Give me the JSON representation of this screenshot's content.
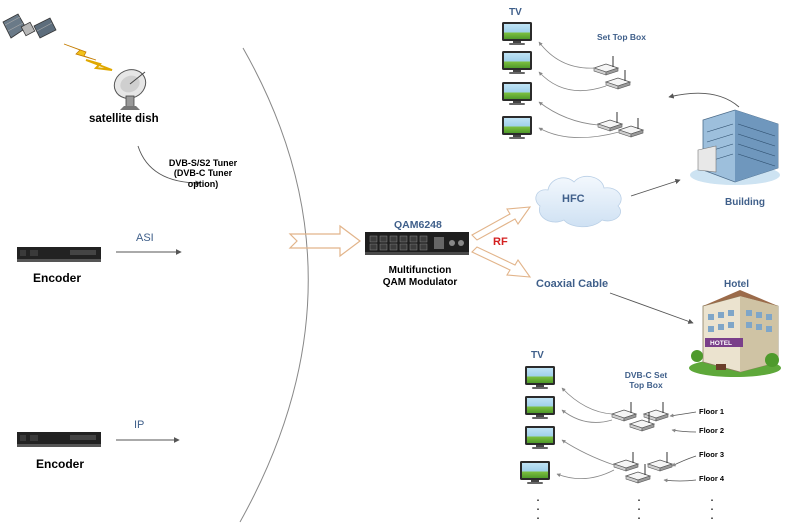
{
  "labels": {
    "satellite_dish": "satellite dish",
    "tuner": [
      "DVB-S/S2 Tuner",
      "(DVB-C Tuner",
      "option)"
    ],
    "asi": "ASI",
    "ip": "IP",
    "encoder_top": "Encoder",
    "encoder_bottom": "Encoder",
    "modulator_model": "QAM6248",
    "modulator_desc": [
      "Multifunction",
      "QAM Modulator"
    ],
    "rf": "RF",
    "hfc": "HFC",
    "coaxial": "Coaxial Cable",
    "building": "Building",
    "hotel": "Hotel",
    "hotel_sign": "HOTEL",
    "tv_top": "TV",
    "set_top_box": "Set Top Box",
    "tv_bottom": "TV",
    "dvbc_stb": [
      "DVB-C Set",
      "Top Box"
    ],
    "floors": [
      "Floor 1",
      "Floor 2",
      "Floor 3",
      "Floor 4"
    ],
    "ellipsis": "."
  },
  "colors": {
    "label_blue": "#3f5f8a",
    "rf_red": "#d42020",
    "arrow_tan": "#e2b48a",
    "line_gray": "#6f6f6f",
    "tv_screen": "#7fc241",
    "cloud": "#dbe9f6"
  },
  "icons": [
    "satellite-icon",
    "lightning-icon",
    "dish-icon",
    "encoder-device-icon",
    "modulator-device-icon",
    "cloud-icon",
    "building-icon",
    "hotel-icon",
    "tv-icon",
    "set-top-box-icon"
  ]
}
